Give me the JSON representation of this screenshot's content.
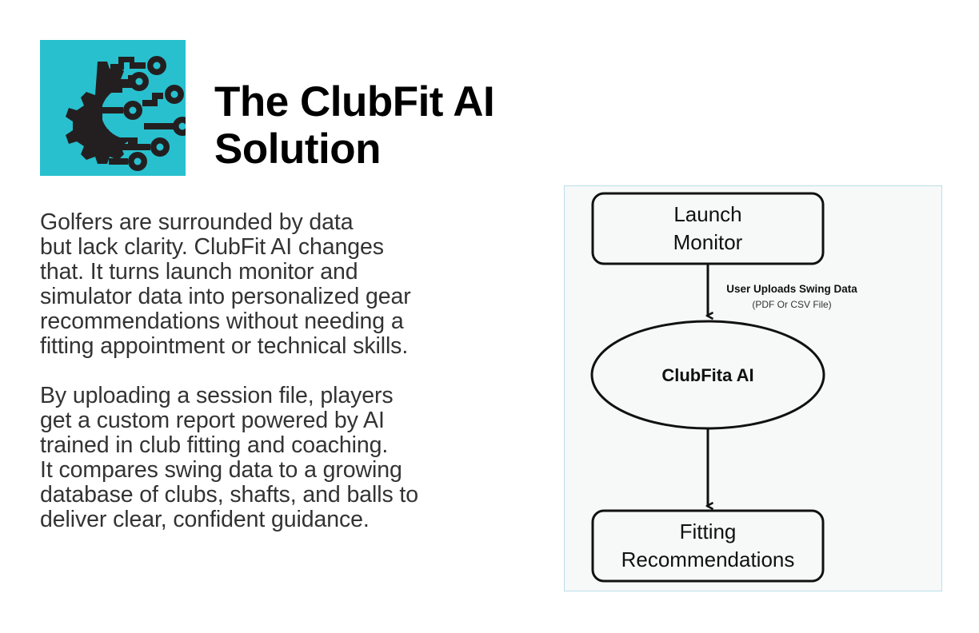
{
  "header": {
    "logo_icon": "gear-circuit-ai-icon",
    "logo_background_color": "#28c0ce",
    "title": "The ClubFit AI\nSolution"
  },
  "body": {
    "paragraphs": [
      "Golfers are surrounded by data\nbut lack clarity. ClubFit AI changes\nthat. It turns launch monitor and\nsimulator data into personalized gear\nrecommendations without needing a\nfitting appointment or technical skills.",
      "By uploading a session file, players\nget a custom report powered by AI\ntrained in club fitting and coaching.\nIt compares swing data to a growing\ndatabase of clubs, shafts, and balls to\ndeliver clear, confident guidance."
    ]
  },
  "diagram": {
    "panel_border_color": "#b9dfe8",
    "panel_background_color": "#f7f8f8",
    "nodes": {
      "launch_monitor": {
        "shape": "rounded-rectangle",
        "line1": "Launch",
        "line2": "Monitor"
      },
      "clubfit_ai": {
        "shape": "ellipse",
        "label": "ClubFita AI"
      },
      "fitting_recommendations": {
        "shape": "rounded-rectangle",
        "line1": "Fitting",
        "line2": "Recommendations"
      }
    },
    "edges": {
      "upload": {
        "label_main": "User Uploads Swing Data",
        "label_sub": "(PDF Or CSV File)"
      }
    }
  }
}
